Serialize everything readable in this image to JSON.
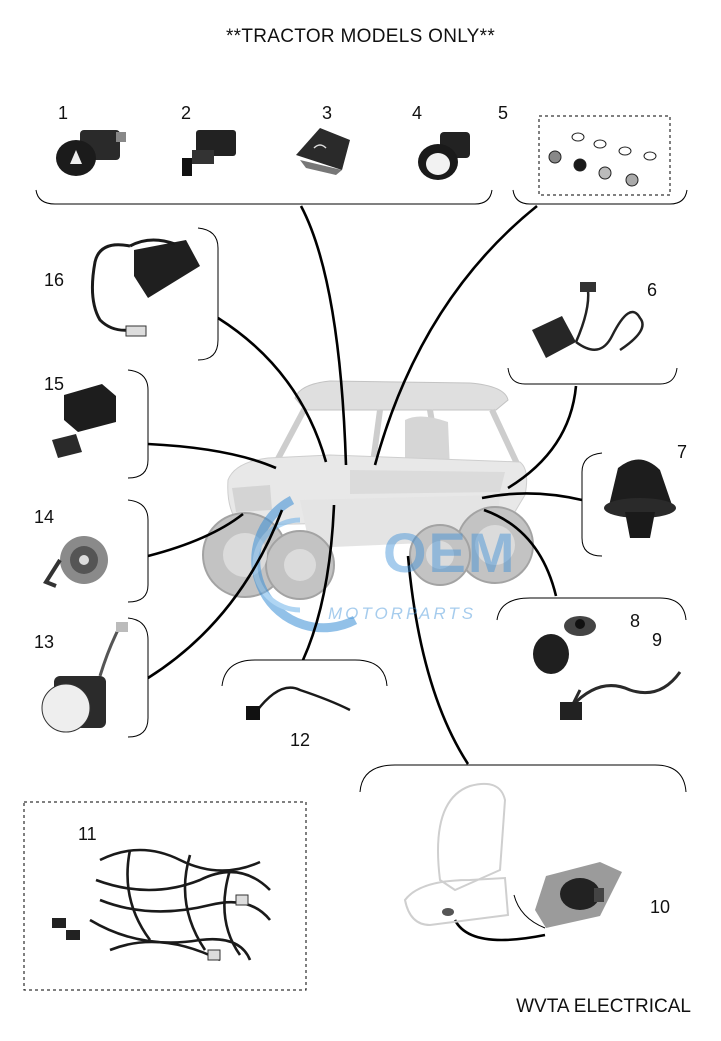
{
  "title": "**TRACTOR MODELS ONLY**",
  "footer": "WVTA ELECTRICAL",
  "watermark": {
    "brand": "OEM",
    "sub": "MOTORPARTS"
  },
  "callouts": [
    "1",
    "2",
    "3",
    "4",
    "5",
    "6",
    "7",
    "8",
    "9",
    "10",
    "11",
    "12",
    "13",
    "14",
    "15",
    "16"
  ],
  "colors": {
    "line": "#000000",
    "part": "#1e1e1e",
    "watermark_blue": "#3a8fd6",
    "frame": "#555555"
  }
}
